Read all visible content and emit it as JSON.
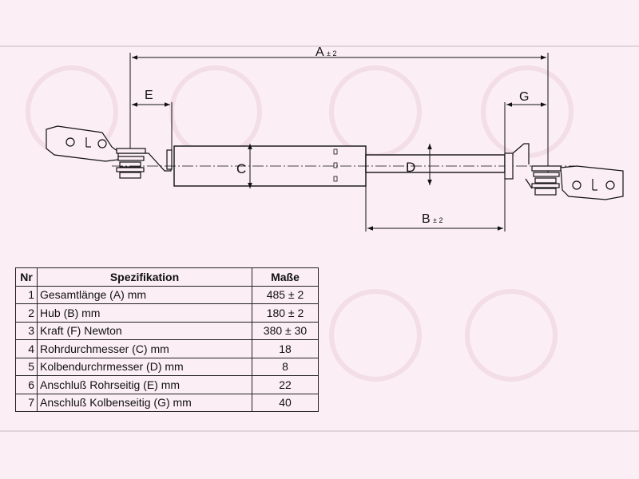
{
  "diagram": {
    "dimension_labels": {
      "A": "A",
      "A_tol": "± 2",
      "B": "B",
      "B_tol": "± 2",
      "C": "C",
      "D": "D",
      "E": "E",
      "G": "G"
    }
  },
  "table": {
    "headers": {
      "nr": "Nr",
      "spec": "Spezifikation",
      "value": "Maße"
    },
    "rows": [
      {
        "nr": "1",
        "label": "Gesamtlänge (A) mm",
        "value": "485 ± 2"
      },
      {
        "nr": "2",
        "label": "Hub (B)  mm",
        "value": "180 ± 2"
      },
      {
        "nr": "3",
        "label": "Kraft (F) Newton",
        "value": "380 ± 30"
      },
      {
        "nr": "4",
        "label": "Rohrdurchmesser (C) mm",
        "value": "18"
      },
      {
        "nr": "5",
        "label": "Kolbendurchrmesser (D) mm",
        "value": "8"
      },
      {
        "nr": "6",
        "label": "Anschluß Rohrseitig (E) mm",
        "value": "22"
      },
      {
        "nr": "7",
        "label": "Anschluß Kolbenseitig (G) mm",
        "value": "40"
      }
    ]
  }
}
